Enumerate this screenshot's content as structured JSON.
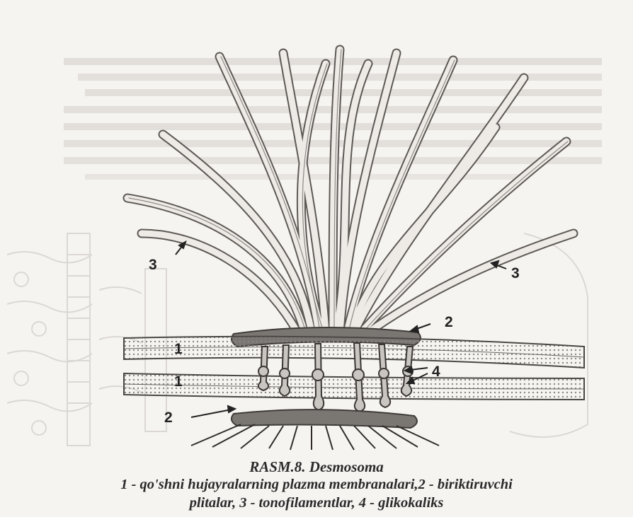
{
  "figure": {
    "labels": {
      "membrane_a": "1",
      "membrane_b": "1",
      "plaque_top": "2",
      "plaque_bottom": "2",
      "filament_left": "3",
      "filament_right": "3",
      "glycocalyx": "4"
    }
  },
  "caption": {
    "title": "RASM.8. Desmosoma",
    "line1": "1 - qo'shni hujayralarning plazma membranalari,2 - biriktiruvchi",
    "line2": "plitalar, 3 - tonofilamentlar, 4 - glikokaliks"
  }
}
